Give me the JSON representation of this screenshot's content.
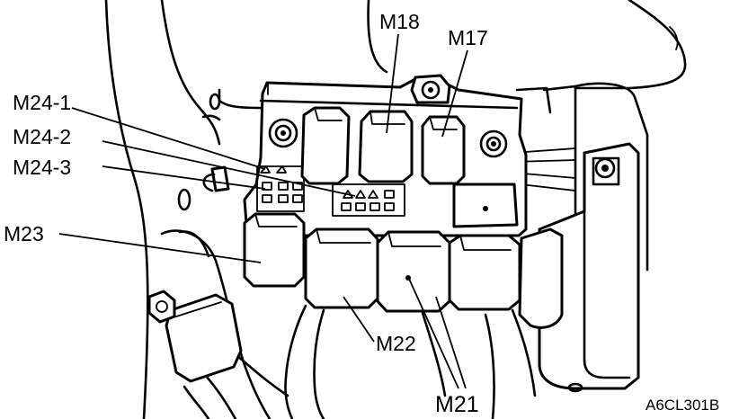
{
  "diagram": {
    "callouts": {
      "m18": "M18",
      "m17": "M17",
      "m24_1": "M24-1",
      "m24_2": "M24-2",
      "m24_3": "M24-3",
      "m23": "M23",
      "m22": "M22",
      "m21": "M21"
    },
    "figure_code": "A6CL301B"
  }
}
